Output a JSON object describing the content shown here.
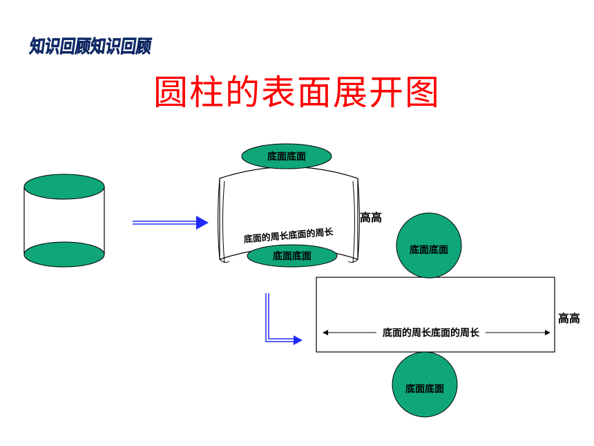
{
  "banner": {
    "text": "知识回顾知识回顾",
    "color": "#1f4e9e"
  },
  "title": "圆柱的表面展开图",
  "colors": {
    "face_fill": "#0fa67a",
    "arrow": "#1f2aff",
    "title": "#ff0000"
  },
  "labels": {
    "top_base": "底面底面",
    "bottom_base": "底面底面",
    "curved_circumference": "底面的周长底面的周长",
    "curved_height": "高高",
    "net_top_base": "底面底面",
    "net_bottom_base": "底面底面",
    "net_height": "高高",
    "net_circumference": "底面的周长底面的周长"
  }
}
